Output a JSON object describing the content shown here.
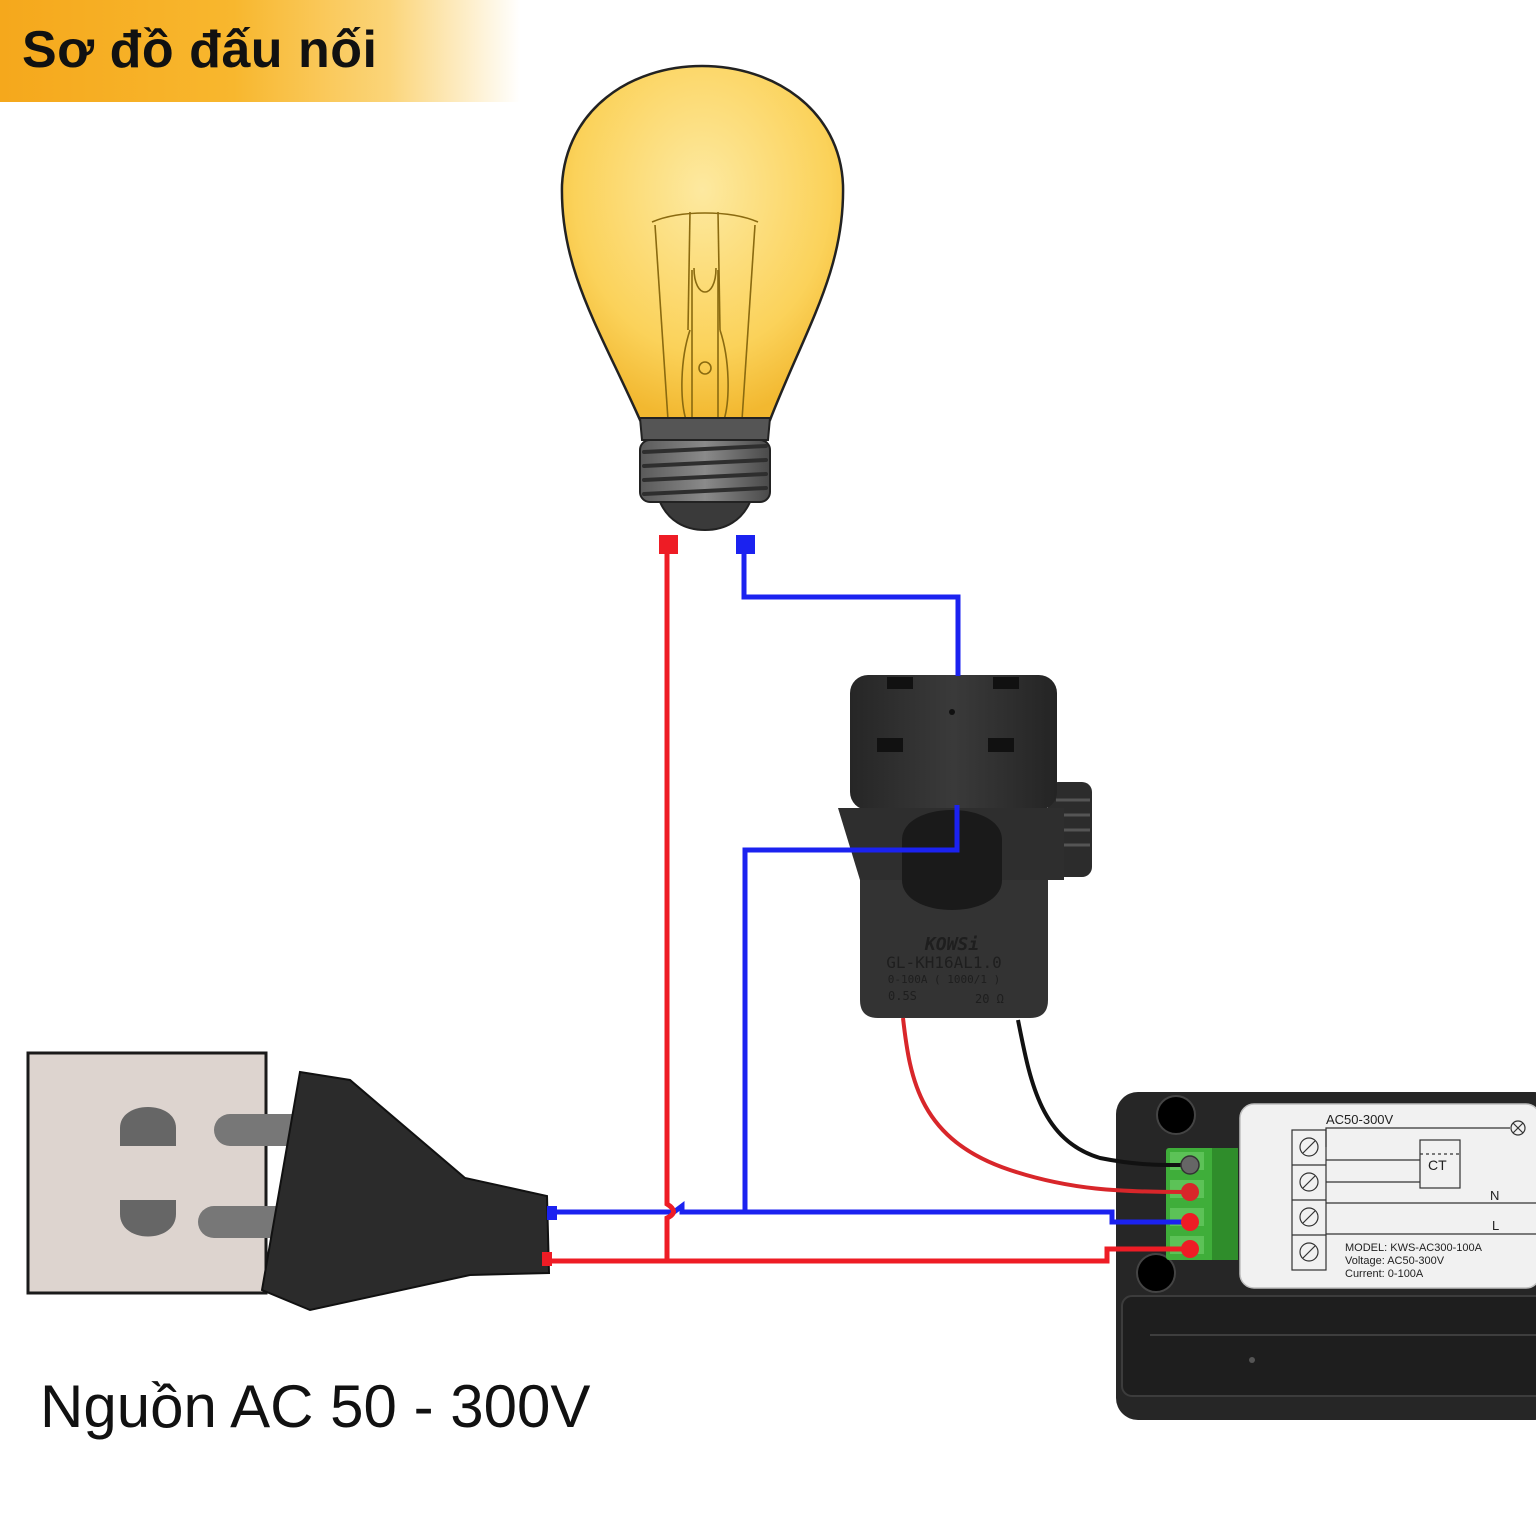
{
  "title": "Sơ đồ đấu nối",
  "power_source_label": "Nguồn AC 50 - 300V",
  "current_transformer": {
    "brand": "KOWSi",
    "model": "GL-KH16AL1.0",
    "range": "0-100A ( 1000/1 )",
    "accuracy": "0.5S",
    "resistance": "20 Ω"
  },
  "meter_label": {
    "voltage_header": "AC50-300V",
    "ct_box": "CT",
    "terminal_n": "N",
    "terminal_l": "L",
    "model_line": "MODEL: KWS-AC300-100A",
    "voltage_line": "Voltage: AC50-300V",
    "current_line": "Current: 0-100A"
  },
  "colors": {
    "banner": "#f5a81c",
    "live_wire": "#ee1c25",
    "neutral_wire": "#1b22f0",
    "ct_body": "#2f2f2f",
    "terminal_block": "#3fae3a",
    "bulb_glass": "#fbd25a"
  }
}
